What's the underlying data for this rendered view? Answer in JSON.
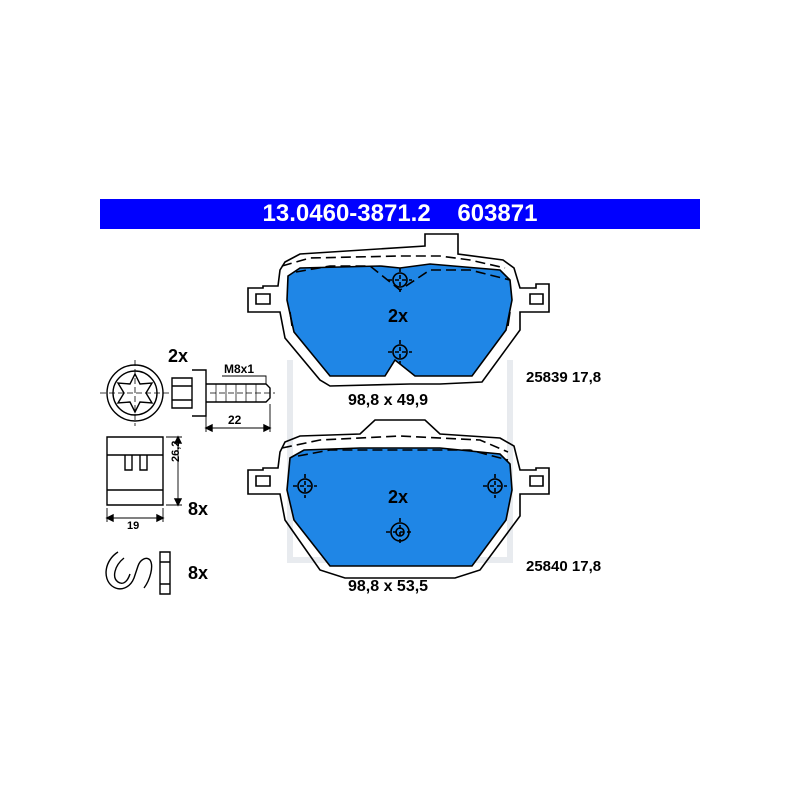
{
  "header": {
    "part_number": "13.0460-3871.2",
    "ref_number": "603871"
  },
  "colors": {
    "header_bg": "#0000ff",
    "pad_fill": "#1f86e6",
    "outline": "#000000"
  },
  "top_pad": {
    "quantity": "2x",
    "dimensions": "98,8 x 49,9",
    "wva_thickness": "25839 17,8"
  },
  "bottom_pad": {
    "quantity": "2x",
    "dimensions": "98,8 x 53,5",
    "wva_thickness": "25840 17,8"
  },
  "bolt": {
    "quantity": "2x",
    "thread": "M8x1",
    "length": "22"
  },
  "clip": {
    "height": "26,2",
    "width": "19",
    "quantity": "8x"
  },
  "spring": {
    "quantity": "8x"
  }
}
